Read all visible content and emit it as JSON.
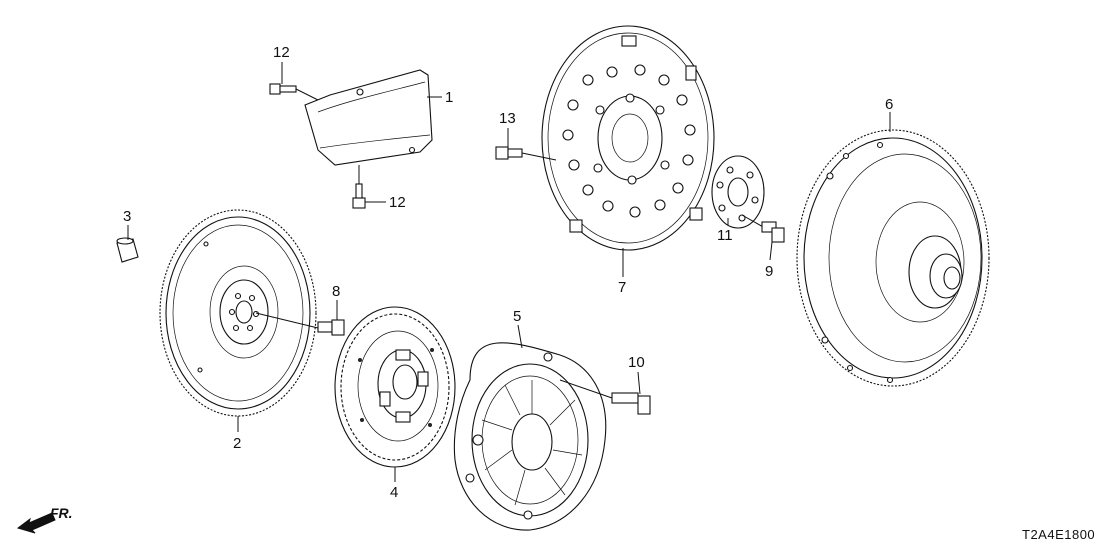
{
  "diagram": {
    "code": "T2A4E1800",
    "direction_label": "FR.",
    "callouts": [
      {
        "id": "c1",
        "text": "1"
      },
      {
        "id": "c2",
        "text": "2"
      },
      {
        "id": "c3",
        "text": "3"
      },
      {
        "id": "c4",
        "text": "4"
      },
      {
        "id": "c5",
        "text": "5"
      },
      {
        "id": "c6",
        "text": "6"
      },
      {
        "id": "c7",
        "text": "7"
      },
      {
        "id": "c8",
        "text": "8"
      },
      {
        "id": "c9",
        "text": "9"
      },
      {
        "id": "c10",
        "text": "10"
      },
      {
        "id": "c11",
        "text": "11"
      },
      {
        "id": "c12a",
        "text": "12"
      },
      {
        "id": "c12b",
        "text": "12"
      },
      {
        "id": "c13",
        "text": "13"
      }
    ]
  }
}
